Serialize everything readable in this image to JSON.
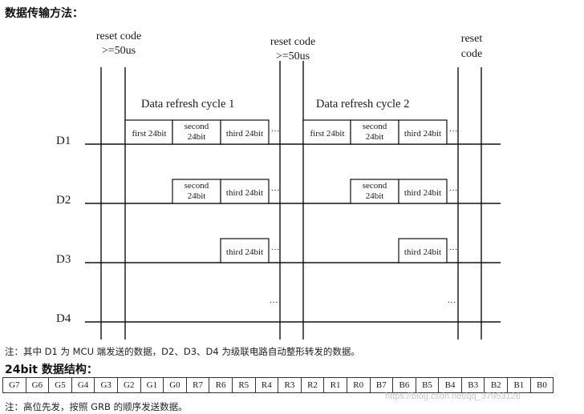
{
  "header": {
    "title": "数据传输方法："
  },
  "diagram": {
    "reset1": [
      "reset code",
      ">=50us"
    ],
    "reset2": [
      "reset code",
      ">=50us"
    ],
    "reset3": [
      "reset",
      "code"
    ],
    "cycle1": "Data refresh cycle 1",
    "cycle2": "Data refresh cycle 2",
    "rows": [
      "D1",
      "D2",
      "D3",
      "D4"
    ],
    "labels": {
      "first": "first 24bit",
      "second": [
        "second",
        "24bit"
      ],
      "third": "third 24bit",
      "dots": "···"
    }
  },
  "note1": "注：其中 D1 为 MCU 端发送的数据，D2、D3、D4 为级联电路自动整形转发的数据。",
  "struct_title": "24bit 数据结构：",
  "bits": [
    "G7",
    "G6",
    "G5",
    "G4",
    "G3",
    "G2",
    "G1",
    "G0",
    "R7",
    "R6",
    "R5",
    "R4",
    "R3",
    "R2",
    "R1",
    "R0",
    "B7",
    "B6",
    "B5",
    "B4",
    "B3",
    "B2",
    "B1",
    "B0"
  ],
  "note2": "注：高位先发，按照 GRB 的顺序发送数据。",
  "watermark": "https://blog.csdn.net/qq_37953126"
}
